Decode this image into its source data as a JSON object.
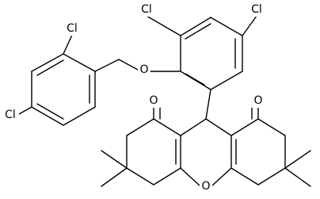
{
  "molecule": {
    "labels": {
      "cl_top_left": "Cl",
      "cl_top_right": "Cl",
      "cl_benzyl_upper": "Cl",
      "cl_benzyl_lower": "Cl",
      "ether_oxygen": "O",
      "ketone_oxygen_left": "O",
      "ketone_oxygen_right": "O",
      "ring_oxygen": "O"
    }
  }
}
